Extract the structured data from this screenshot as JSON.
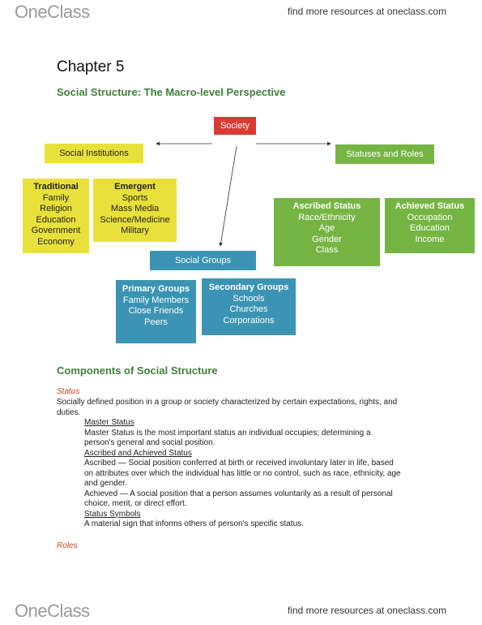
{
  "header": {
    "logo": "OneClass",
    "link": "find more resources at oneclass.com"
  },
  "footer": {
    "logo": "OneClass",
    "link": "find more resources at oneclass.com"
  },
  "chapter": "Chapter 5",
  "subtitle": "Social Structure: The Macro-level Perspective",
  "diagram": {
    "society": "Society",
    "social_institutions": "Social Institutions",
    "statuses_roles": "Statuses and Roles",
    "traditional": {
      "title": "Traditional",
      "items": [
        "Family",
        "Religion",
        "Education",
        "Government",
        "Economy"
      ]
    },
    "emergent": {
      "title": "Emergent",
      "items": [
        "Sports",
        "Mass Media",
        "Science/Medicine",
        "Military"
      ]
    },
    "ascribed": {
      "title": "Ascribed Status",
      "items": [
        "Race/Ethnicity",
        "Age",
        "Gender",
        "Class"
      ]
    },
    "achieved": {
      "title": "Achieved Status",
      "items": [
        "Occupation",
        "Education",
        "Income"
      ]
    },
    "social_groups": "Social Groups",
    "primary": {
      "title": "Primary Groups",
      "items": [
        "Family Members",
        "Close Friends",
        "Peers"
      ]
    },
    "secondary": {
      "title": "Secondary Groups",
      "items": [
        "Schools",
        "Churches",
        "Corporations"
      ]
    }
  },
  "section": {
    "heading": "Components of Social Structure",
    "status_label": "Status",
    "status_def": [
      "Socially defined position in a group or society characterized by certain expectations, rights, and",
      "duties."
    ],
    "master_title": "Master Status",
    "master_text": [
      "Master Status is the most important status an individual occupies; determining a",
      "person's general and social position."
    ],
    "asc_ach_title": "Ascribed and Achieved Status",
    "ascribed_text": [
      "Ascribed — Social position conferred at birth or received involuntary later in life, based",
      "on attributes over which the individual has little or no control, such as race, ethnicity, age",
      "and gender."
    ],
    "achieved_text": [
      "Achieved — A social position that a person assumes voluntarily as a result of personal",
      "choice, merit, or direct effort."
    ],
    "symbols_title": "Status Symbols",
    "symbols_text": "A material sign that informs others of person's specific status.",
    "roles_label": "Roles"
  },
  "colors": {
    "yellow": "#e9e13b",
    "green": "#76b544",
    "blue": "#3b94b3",
    "red": "#d93b34",
    "heading_green": "#3f7f3a"
  }
}
